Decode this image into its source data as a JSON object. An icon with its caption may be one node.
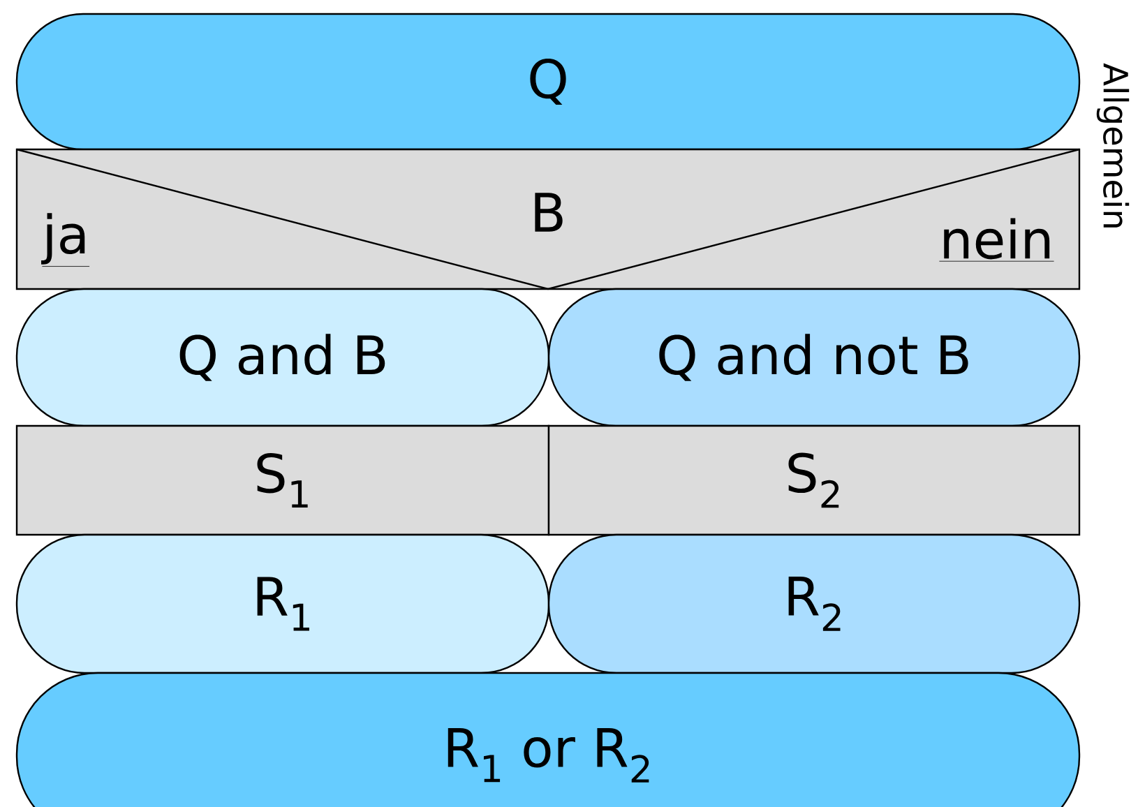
{
  "diagram": {
    "nodes": [
      {
        "text": [
          "Q"
        ]
      },
      {
        "text": [
          "B",
          "ja",
          "nein"
        ]
      },
      {
        "text": [
          "Q and B"
        ]
      },
      {
        "text": [
          "Q and not B"
        ]
      },
      {
        "text": [
          "S$_{1}$"
        ]
      },
      {
        "text": [
          "S$_{2}$"
        ]
      },
      {
        "text": [
          "R$_{1}$"
        ]
      },
      {
        "text": [
          "R$_{2}$"
        ]
      },
      {
        "text": [
          "R$_{1}$ or R$_{2}$"
        ]
      }
    ],
    "labels": [
      "Allgemein"
    ]
  }
}
